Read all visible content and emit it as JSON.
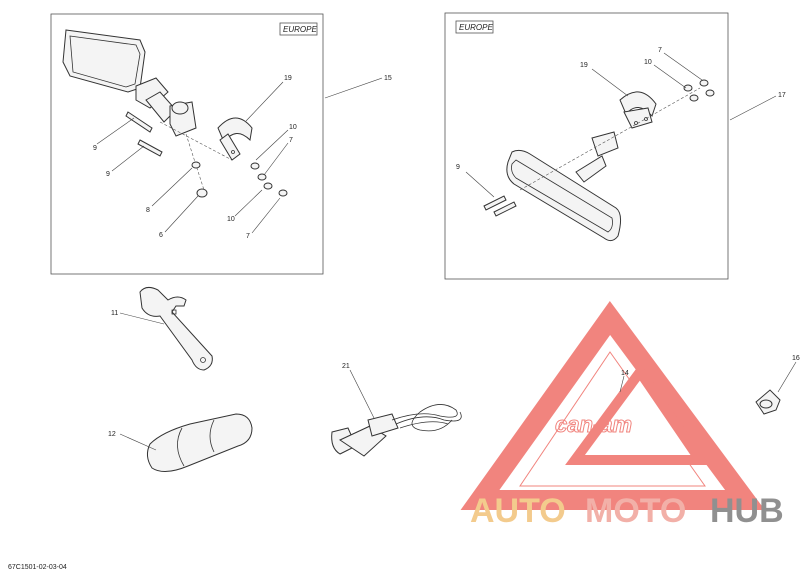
{
  "panels": {
    "left_tag": "EUROPE",
    "right_tag": "EUROPE"
  },
  "callouts": {
    "c15": "15",
    "c19_left": "19",
    "c10_left_top": "10",
    "c7_left_top": "7",
    "c9_left_top": "9",
    "c9_left_bottom": "9",
    "c8": "8",
    "c6": "6",
    "c10_left_bottom": "10",
    "c7_left_bottom": "7",
    "c17": "17",
    "c19_right": "19",
    "c10_right": "10",
    "c7_right": "7",
    "c9_right": "9",
    "c11": "11",
    "c12": "12",
    "c21": "21",
    "c14": "14",
    "c16": "16"
  },
  "diagram_code": "67C1501-02-03-04",
  "watermark": {
    "brand_a": "AUTO",
    "brand_b": "MOTO",
    "brand_c": "HUB",
    "logo_text": "can-am",
    "color_a": "#f2c27a",
    "color_b": "#f0a39a",
    "color_c": "#7d7d7d",
    "triangle_color": "#ef6f68"
  }
}
